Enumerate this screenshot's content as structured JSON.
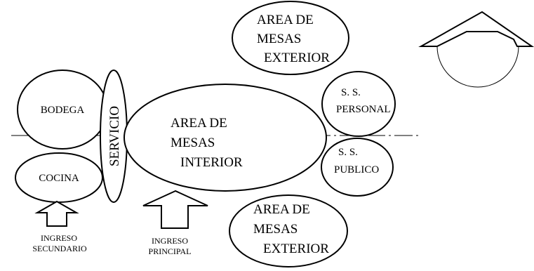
{
  "zones": {
    "bodega": {
      "label": "BODEGA"
    },
    "cocina": {
      "label": "COCINA"
    },
    "servicio": {
      "label": "SERVICIO"
    },
    "interior": {
      "line1": "AREA DE",
      "line2": "MESAS",
      "line3": "INTERIOR"
    },
    "exterior_top": {
      "line1": "AREA DE",
      "line2": "MESAS",
      "line3": "EXTERIOR"
    },
    "exterior_bottom": {
      "line1": "AREA DE",
      "line2": "MESAS",
      "line3": "EXTERIOR"
    },
    "ss_personal": {
      "line1": "S. S.",
      "line2": "PERSONAL"
    },
    "ss_publico": {
      "line1": "S. S.",
      "line2": "PUBLICO"
    }
  },
  "entrances": {
    "secondary": {
      "line1": "INGRESO",
      "line2": "SECUNDARIO"
    },
    "main": {
      "line1": "INGRESO",
      "line2": "PRINCIPAL"
    }
  }
}
